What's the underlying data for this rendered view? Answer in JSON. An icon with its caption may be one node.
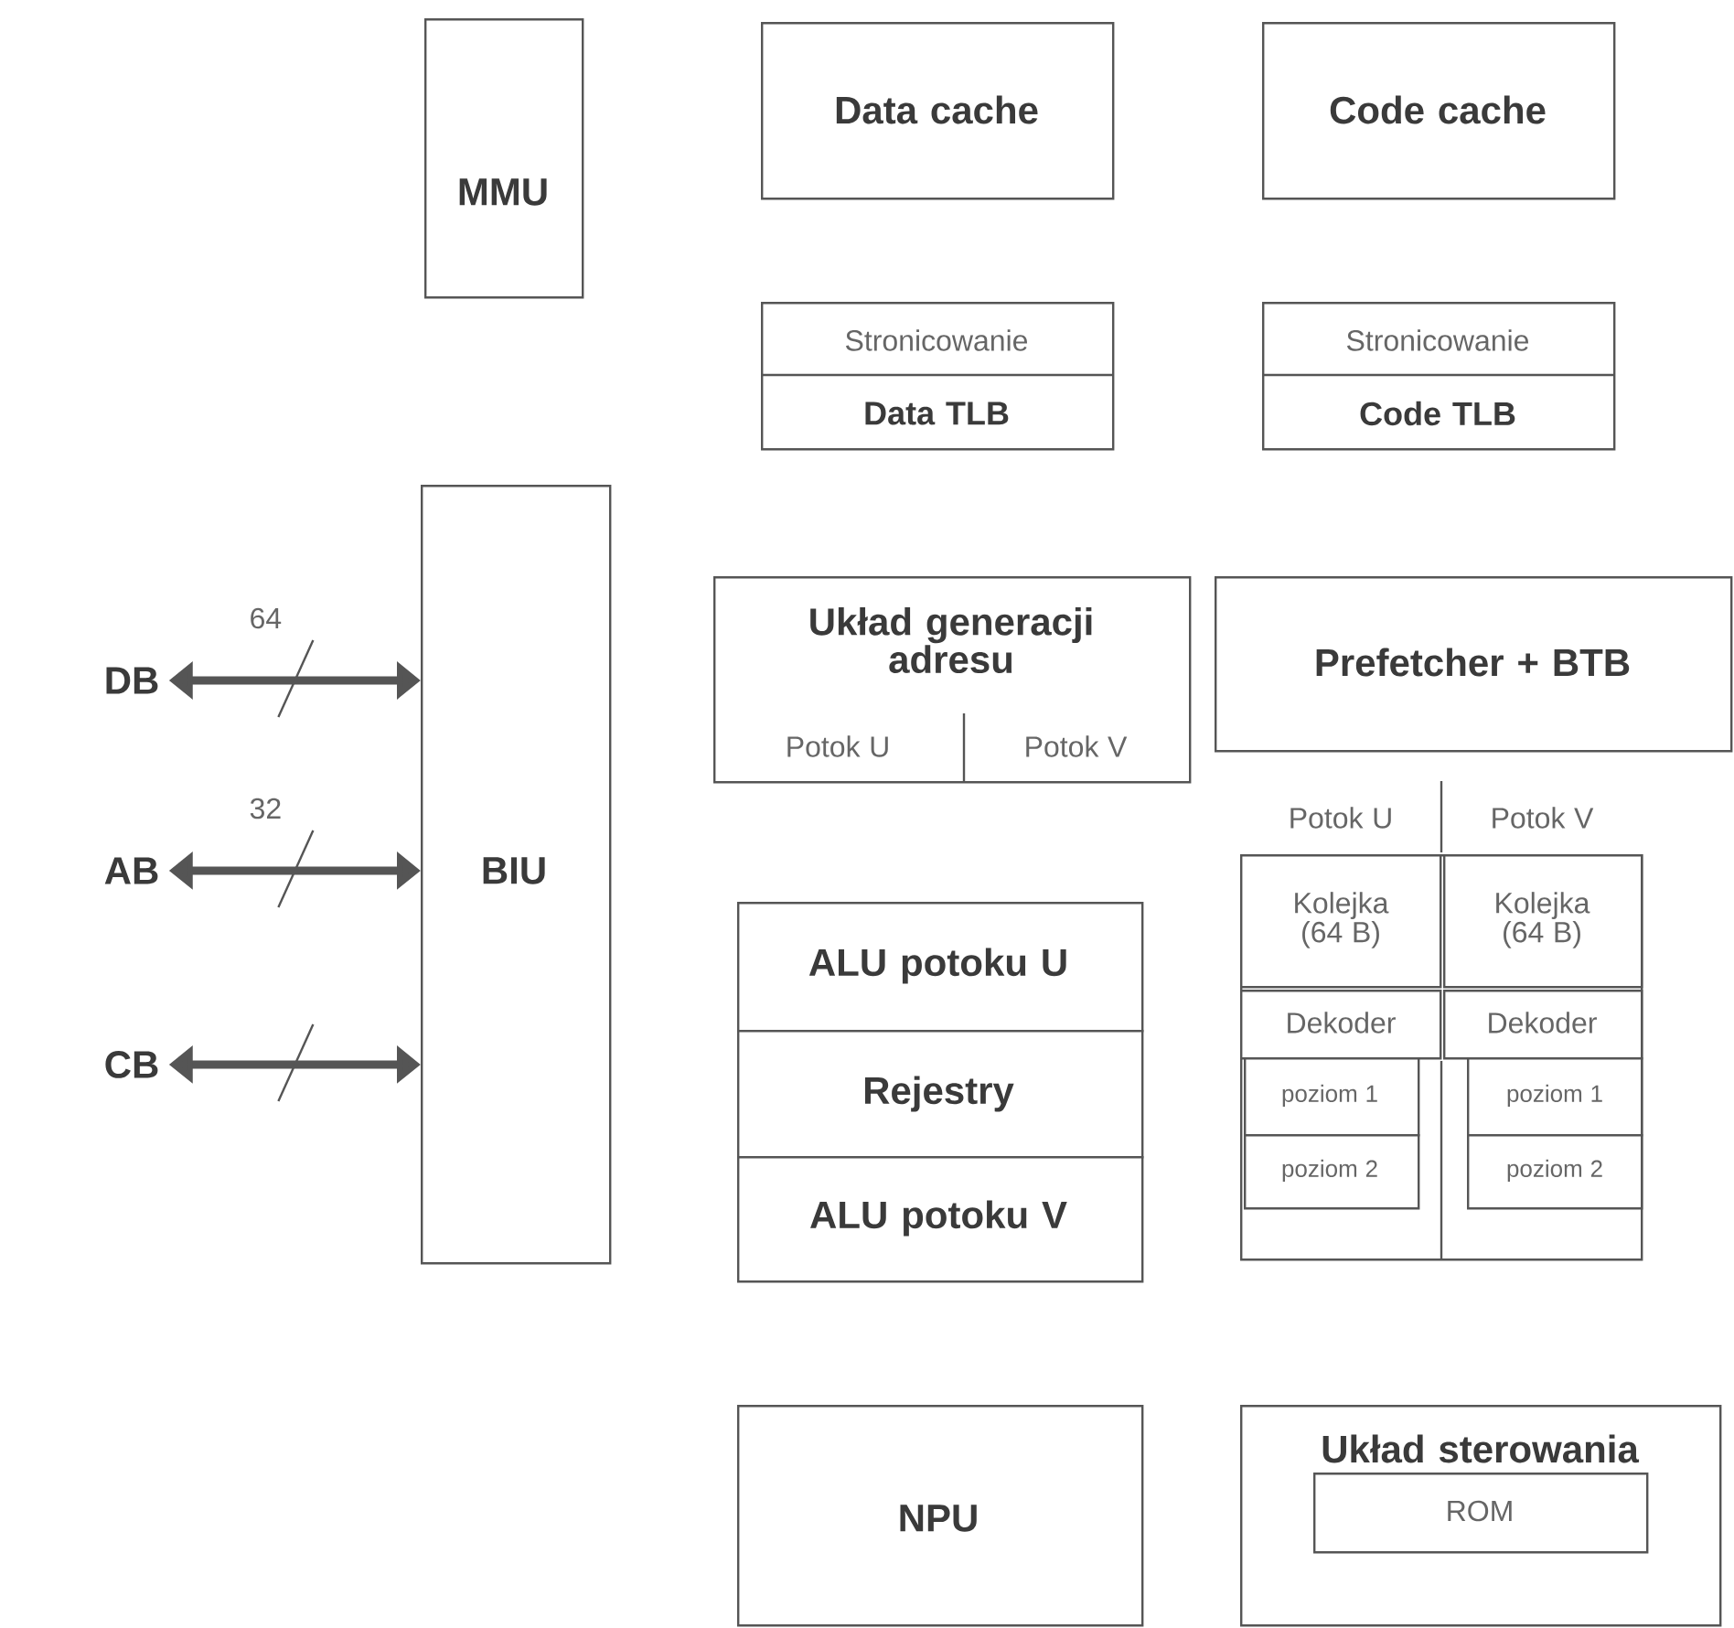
{
  "diagram": {
    "nodes": [
      {
        "text": [
          "MMU"
        ]
      },
      {
        "text": [
          "Data cache"
        ]
      },
      {
        "text": [
          "Code cache"
        ]
      },
      {
        "text": [
          "Stronicowanie",
          "Data TLB"
        ]
      },
      {
        "text": [
          "Stronicowanie",
          "Code TLB"
        ]
      },
      {
        "text": [
          "BIU"
        ]
      },
      {
        "text": [
          "DB"
        ]
      },
      {
        "text": [
          "AB"
        ]
      },
      {
        "text": [
          "CB"
        ]
      },
      {
        "text": [
          "Układ generacji adresu",
          "Potok U",
          "Potok V"
        ]
      },
      {
        "text": [
          "Prefetcher + BTB"
        ]
      },
      {
        "text": [
          "Potok U",
          "Potok V"
        ]
      },
      {
        "text": [
          "Kolejka (64 B)"
        ],
        "in": 11
      },
      {
        "text": [
          "Kolejka (64 B)"
        ],
        "in": 11
      },
      {
        "text": [
          "Dekoder"
        ],
        "in": 11
      },
      {
        "text": [
          "Dekoder"
        ],
        "in": 11
      },
      {
        "text": [
          "poziom 1"
        ],
        "in": 11
      },
      {
        "text": [
          "poziom 1"
        ],
        "in": 11
      },
      {
        "text": [
          "poziom 2"
        ],
        "in": 11
      },
      {
        "text": [
          "poziom 2"
        ],
        "in": 11
      },
      {
        "text": [
          "ALU potoku U"
        ]
      },
      {
        "text": [
          "Rejestry"
        ]
      },
      {
        "text": [
          "ALU potoku V"
        ]
      },
      {
        "text": [
          "NPU"
        ]
      },
      {
        "text": [
          "Układ sterowania"
        ]
      },
      {
        "text": [
          "ROM"
        ],
        "in": 24
      }
    ],
    "edges": [
      {
        "from": 6,
        "to": 5,
        "arrow": "both",
        "label": "64"
      },
      {
        "from": 7,
        "to": 5,
        "arrow": "both",
        "label": "32"
      },
      {
        "from": 8,
        "to": 5,
        "arrow": "both"
      }
    ]
  }
}
